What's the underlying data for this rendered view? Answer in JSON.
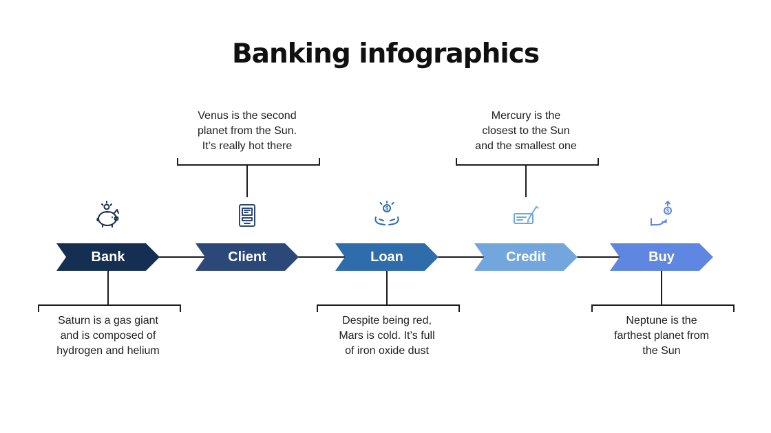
{
  "title": "Banking infographics",
  "steps": [
    {
      "label": "Bank",
      "color": "#142f52",
      "icon": "piggy-bank-icon"
    },
    {
      "label": "Client",
      "color": "#2c4878",
      "icon": "atm-machine-icon"
    },
    {
      "label": "Loan",
      "color": "#2e6cab",
      "icon": "hands-holding-coin-icon"
    },
    {
      "label": "Credit",
      "color": "#72a6dd",
      "icon": "cheque-with-pen-icon"
    },
    {
      "label": "Buy",
      "color": "#5f86e0",
      "icon": "money-growth-hand-icon"
    }
  ],
  "callouts_top": [
    {
      "step": "Client",
      "text": "Venus is the second\nplanet from the Sun.\nIt’s really hot there"
    },
    {
      "step": "Credit",
      "text": "Mercury is the\nclosest to the Sun\nand the smallest one"
    }
  ],
  "callouts_bottom": [
    {
      "step": "Bank",
      "text": "Saturn is a gas giant\nand is composed of\nhydrogen and helium"
    },
    {
      "step": "Loan",
      "text": "Despite being red,\nMars is cold. It’s full\nof iron oxide dust"
    },
    {
      "step": "Buy",
      "text": "Neptune is the\nfarthest planet from\nthe Sun"
    }
  ]
}
